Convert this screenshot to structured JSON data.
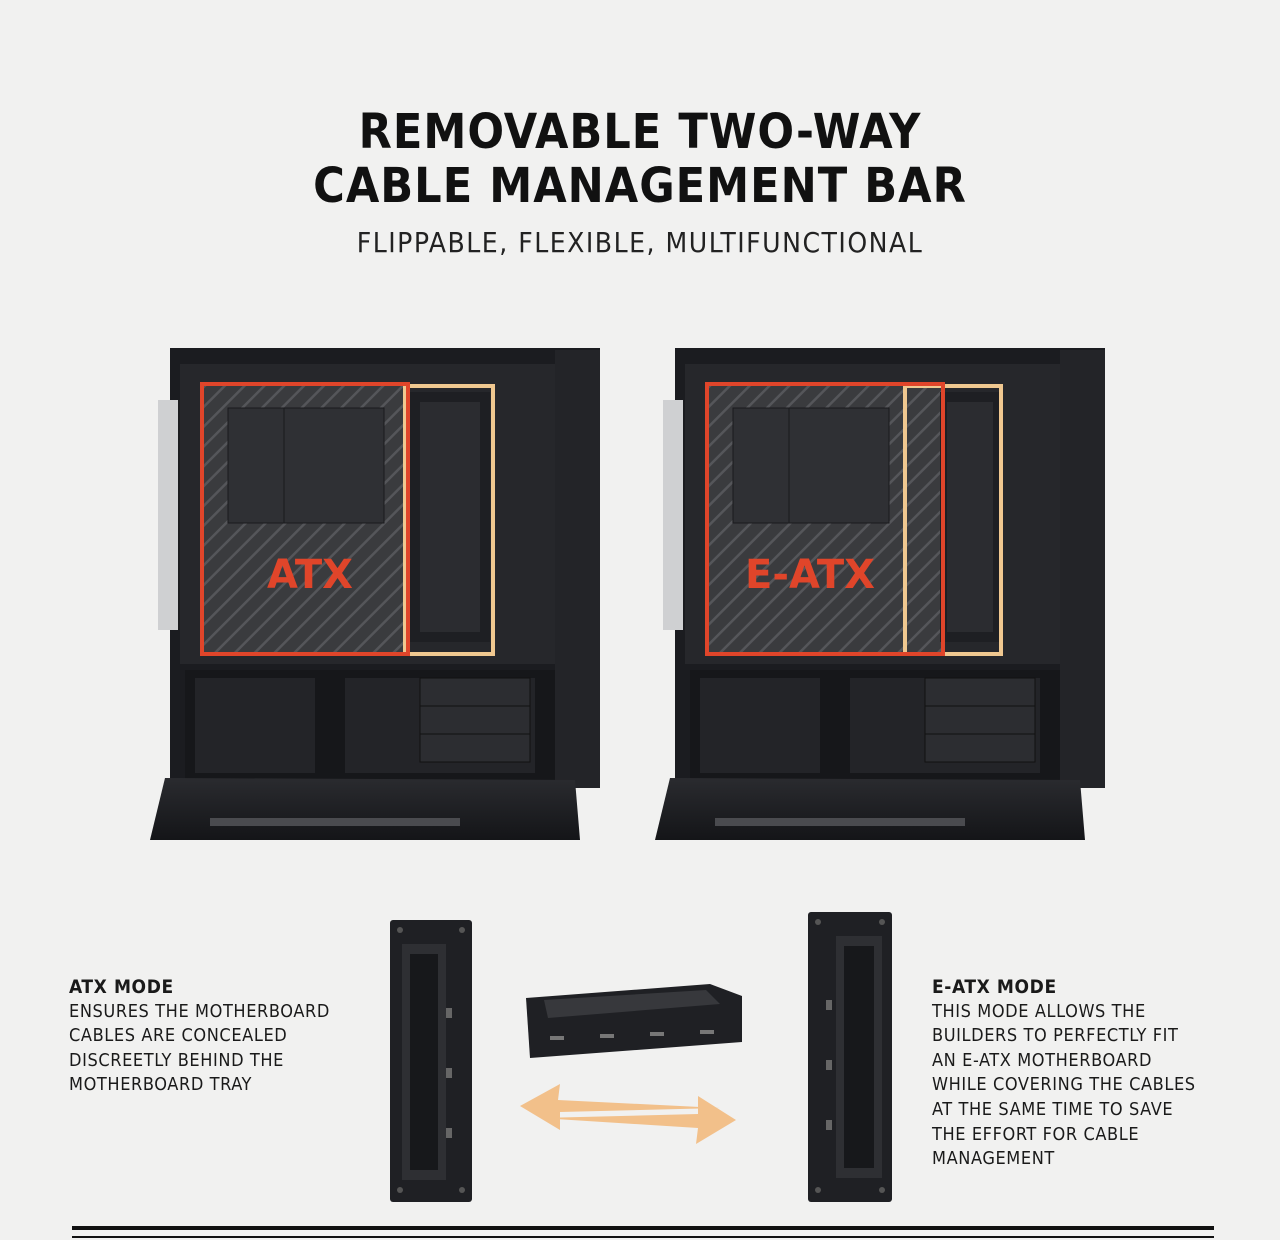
{
  "header": {
    "title_line1": "REMOVABLE TWO-WAY",
    "title_line2": "CABLE MANAGEMENT BAR",
    "subtitle": "FLIPPABLE, FLEXIBLE, MULTIFUNCTIONAL"
  },
  "cases": {
    "left_label": "ATX",
    "right_label": "E-ATX"
  },
  "atx_mode": {
    "heading": "ATX MODE",
    "lines": [
      "ENSURES THE MOTHERBOARD",
      "CABLES ARE CONCEALED",
      "DISCREETLY BEHIND THE",
      "MOTHERBOARD TRAY"
    ]
  },
  "eatx_mode": {
    "heading": "E-ATX MODE",
    "lines": [
      "THIS MODE ALLOWS THE",
      "BUILDERS TO PERFECTLY FIT",
      "AN E-ATX MOTHERBOARD",
      "WHILE COVERING THE CABLES",
      "AT THE SAME TIME TO SAVE",
      "THE EFFORT FOR CABLE",
      "MANAGEMENT"
    ]
  },
  "colors": {
    "background": "#f1f1f0",
    "atx_frame": "#e0452a",
    "bar_frame": "#f0c890",
    "arrow": "#f2c08a"
  },
  "icons": {
    "arrows": "double-arrow-icon"
  }
}
